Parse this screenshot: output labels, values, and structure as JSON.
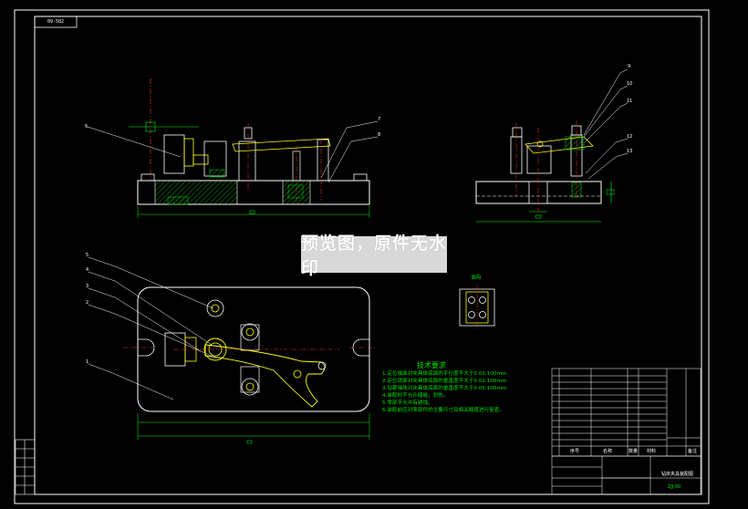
{
  "watermark": "预览图，原件无水印",
  "corner_tag": "09-502",
  "section_view_label": "B向",
  "technical_requirements": {
    "title": "技术要求",
    "items": [
      "1.定位轴面对夹具体底面的平行度不大于0.02:100mm",
      "2.定位销面对夹具体底面的垂直度不大于0.02:100mm",
      "3.钻套轴线对夹具体底面的垂直度不大于0.05:100mm",
      "4.装配时不允许磕碰，划伤。",
      "5.零部不允许有锈蚀。",
      "6.装配前应对零部件的主要尺寸及相关精度进行复查。"
    ]
  },
  "title_block": {
    "drawing_name": "钻床夹具装配图",
    "drawing_number": "ZJJ-00",
    "headers": [
      "序号",
      "名称",
      "数量",
      "材料",
      "备注"
    ]
  },
  "leader_numbers": [
    "9",
    "10",
    "11",
    "12",
    "13",
    "8",
    "7",
    "6",
    "5",
    "4",
    "3",
    "2",
    "1"
  ],
  "colors": {
    "background": "#000000",
    "outline": "#ffffff",
    "part": "#ffff00",
    "hatch": "#00c000",
    "dimension": "#00ff00",
    "center_line": "#ff3030",
    "body_fill": "#c8c8c8"
  }
}
